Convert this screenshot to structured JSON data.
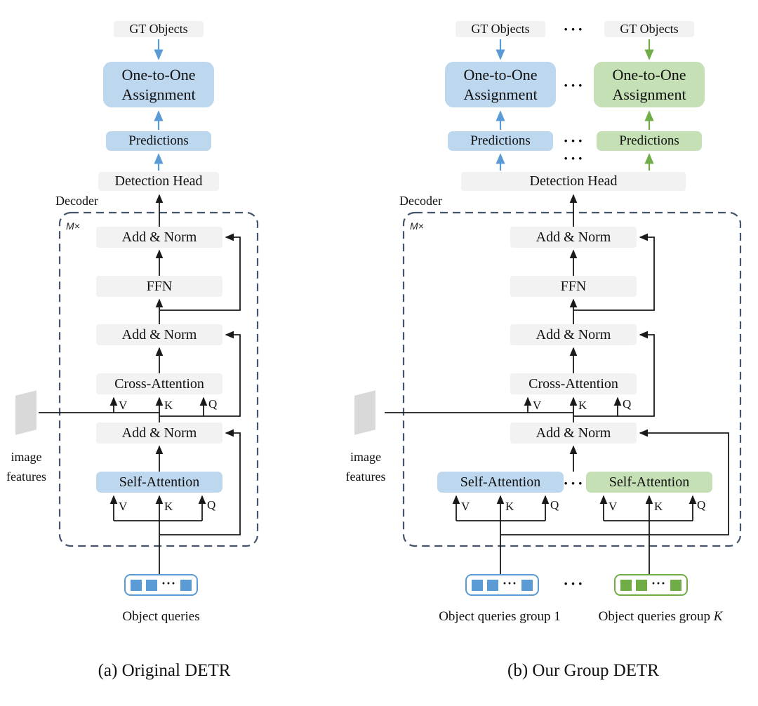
{
  "figure": {
    "type": "architecture-diagram",
    "description_labels": {
      "gt_label": "GT Objects",
      "assignment_label": "One-to-One Assignment",
      "predictions_label": "Predictions",
      "detection_head_label": "Detection Head",
      "decoder_label": "Decoder",
      "repeat_label": "M×",
      "add_norm_label": "Add & Norm",
      "ffn_label": "FFN",
      "cross_attention_label": "Cross-Attention",
      "self_attention_label": "Self-Attention",
      "v_label": "V",
      "k_label": "K",
      "q_label": "Q",
      "image_features_line1": "image",
      "image_features_line2": "features",
      "ellipsis": "···"
    }
  },
  "panel_a": {
    "caption": "(a) Original DETR",
    "queries_label": "Object queries"
  },
  "panel_b": {
    "caption": "(b) Our Group DETR",
    "queries_group_1_label": "Object queries group 1",
    "queries_group_k_prefix": "Object queries group ",
    "queries_group_k_var": "K"
  },
  "colors": {
    "blue_fill": "#BDD7EE",
    "green_fill": "#C5E0B4",
    "gray_fill": "#F2F2F2",
    "blue_accent": "#5B9BD5",
    "green_accent": "#70AD47",
    "dashed_border": "#44546A",
    "line_color": "#1A1A1A",
    "image_feature_fill": "#D9D9D9"
  }
}
